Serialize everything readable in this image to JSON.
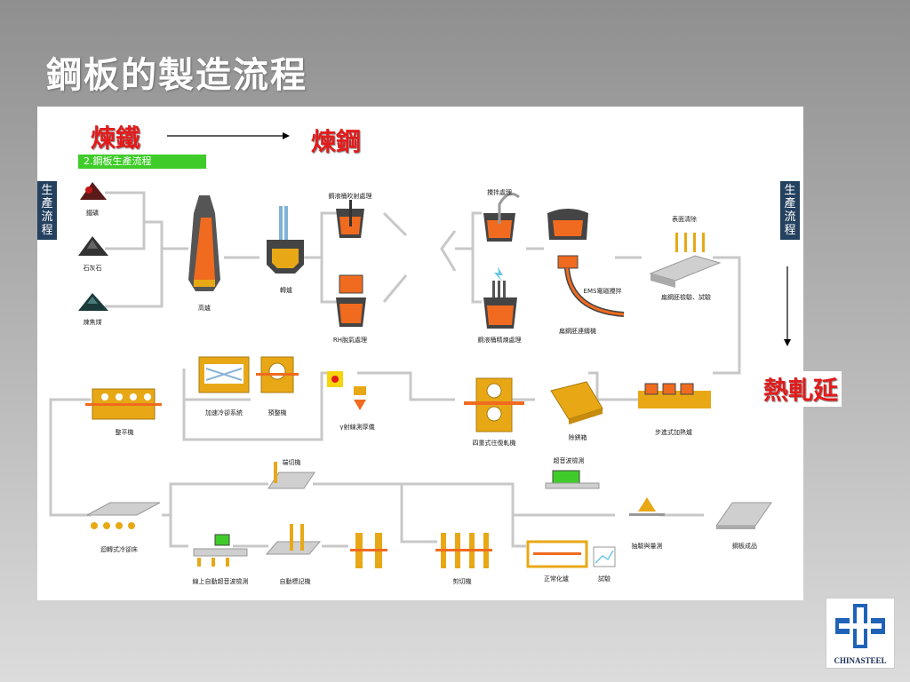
{
  "slide": {
    "title": "鋼板的製造流程"
  },
  "stages": {
    "ironmaking": "煉鐵",
    "steelmaking": "煉鋼",
    "hot_rolling": "熱軋延"
  },
  "section_bar": "2.鋼板生產流程",
  "side_tag": "生產流程",
  "labels": {
    "ore": "鐵礦",
    "limestone": "石灰石",
    "coal": "煉焦煤",
    "blast_furnace": "高爐",
    "converter": "轉爐",
    "top_blow": "鋼液桶吹射處理",
    "rh": "RH脫氣處理",
    "stirring": "攪拌處理",
    "ladle_refine": "鋼液桶精煉處理",
    "ems": "EMS電磁攪拌",
    "caster": "扁鋼胚連鑄機",
    "surface_clean": "表面清除",
    "slab_inspect": "扁鋼胚檢驗、試驗",
    "reheat_furnace": "步進式加熱爐",
    "scale_breaker": "除銹箱",
    "four_high_mill": "四重式往復軋機",
    "thickness_gauge": "γ射線測厚儀",
    "preleveler": "預整機",
    "acc_cooling": "加速冷卻系統",
    "leveler": "整平機",
    "cooling_bed": "迴轉式冷卻床",
    "ut_inline": "線上自動超音波檢測",
    "marking": "自動標記機",
    "cutter": "剪切機",
    "end_cut": "端切機",
    "normalize": "正常化爐",
    "test": "試驗",
    "ut_test": "超音波檢測",
    "marking_measure": "抽驗與量測",
    "product": "鋼板成品"
  },
  "logo": {
    "text": "CHINASTEEL"
  },
  "colors": {
    "accent": "#e21b1b",
    "machine": "#e8a816",
    "hot": "#f06b1f",
    "nav": "#24415f",
    "green": "#3fcc2a"
  }
}
